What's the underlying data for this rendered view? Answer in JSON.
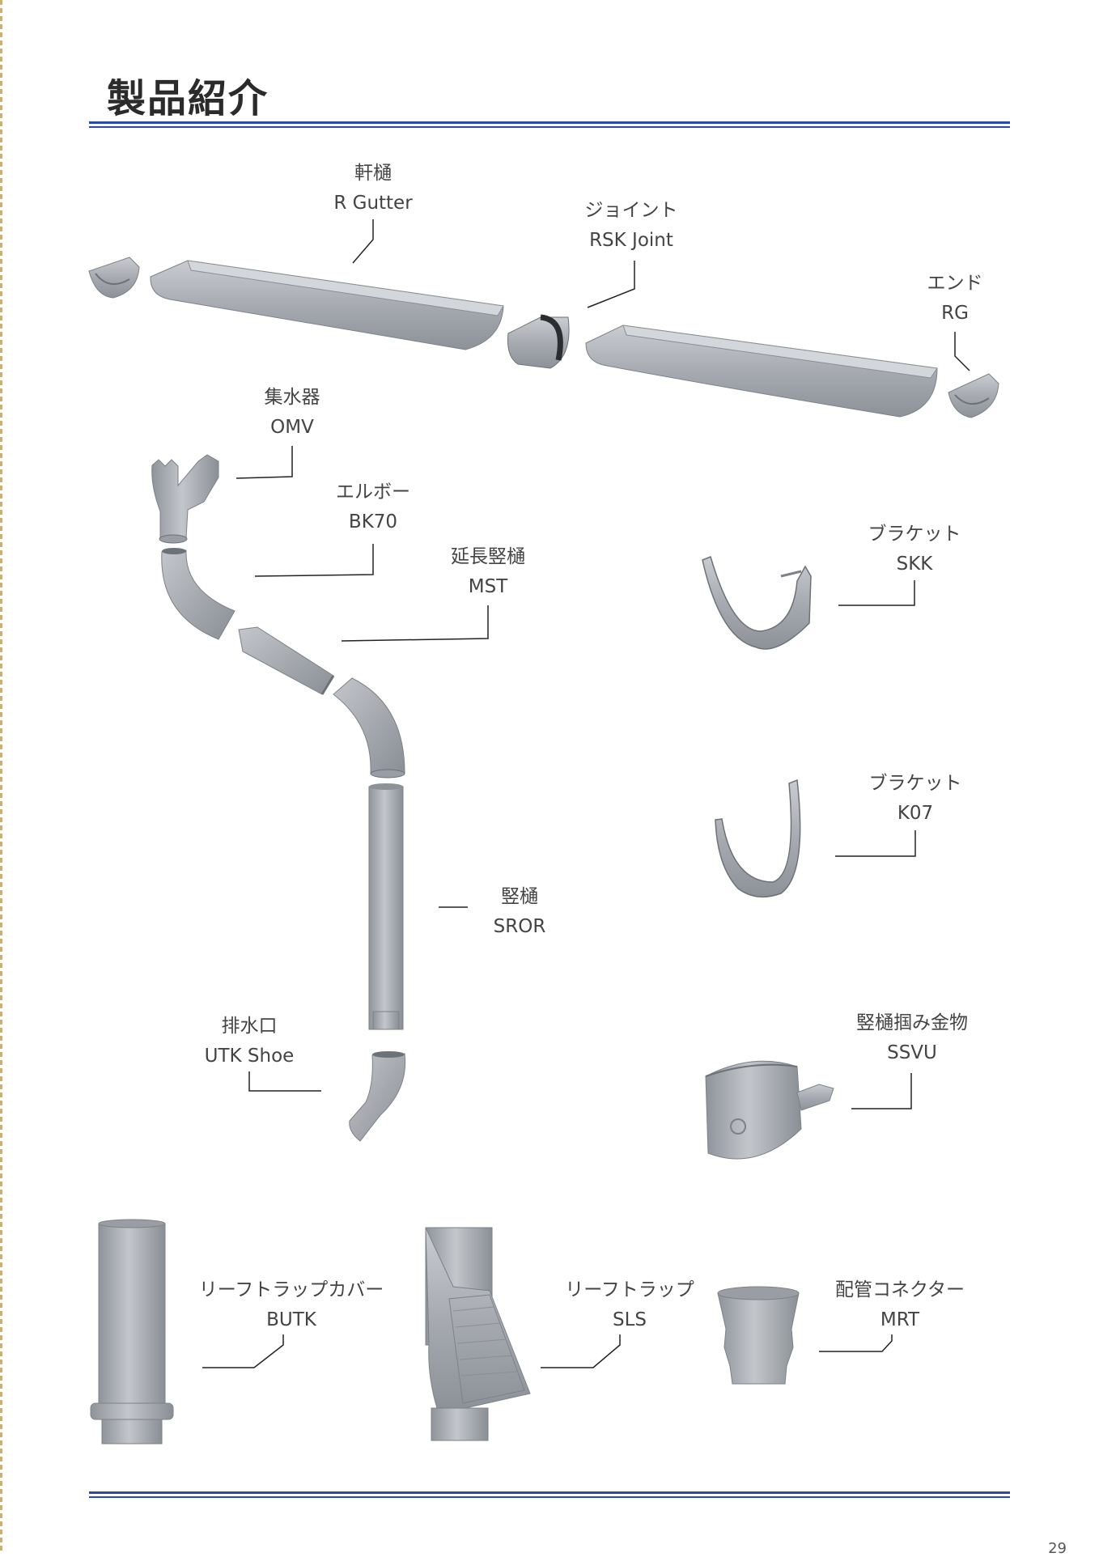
{
  "page": {
    "title": "製品紹介",
    "page_number": "29"
  },
  "labels": [
    {
      "jp": "軒樋",
      "en": "R Gutter"
    },
    {
      "jp": "ジョイント",
      "en": "RSK Joint"
    },
    {
      "jp": "エンド",
      "en": "RG"
    },
    {
      "jp": "集水器",
      "en": "OMV"
    },
    {
      "jp": "エルボー",
      "en": "BK70"
    },
    {
      "jp": "延長竪樋",
      "en": "MST"
    },
    {
      "jp": "ブラケット",
      "en": "SKK"
    },
    {
      "jp": "ブラケット",
      "en": "K07"
    },
    {
      "jp": "竪樋",
      "en": "SROR"
    },
    {
      "jp": "排水口",
      "en": "UTK Shoe"
    },
    {
      "jp": "竪樋掴み金物",
      "en": "SSVU"
    },
    {
      "jp": "リーフトラップカバー",
      "en": "BUTK"
    },
    {
      "jp": "リーフトラップ",
      "en": "SLS"
    },
    {
      "jp": "配管コネクター",
      "en": "MRT"
    }
  ],
  "colors": {
    "rule": "#2a4aa8",
    "part": "#a9adb3",
    "part_dark": "#7f848b",
    "part_light": "#cdd0d4",
    "leader": "#222222"
  }
}
